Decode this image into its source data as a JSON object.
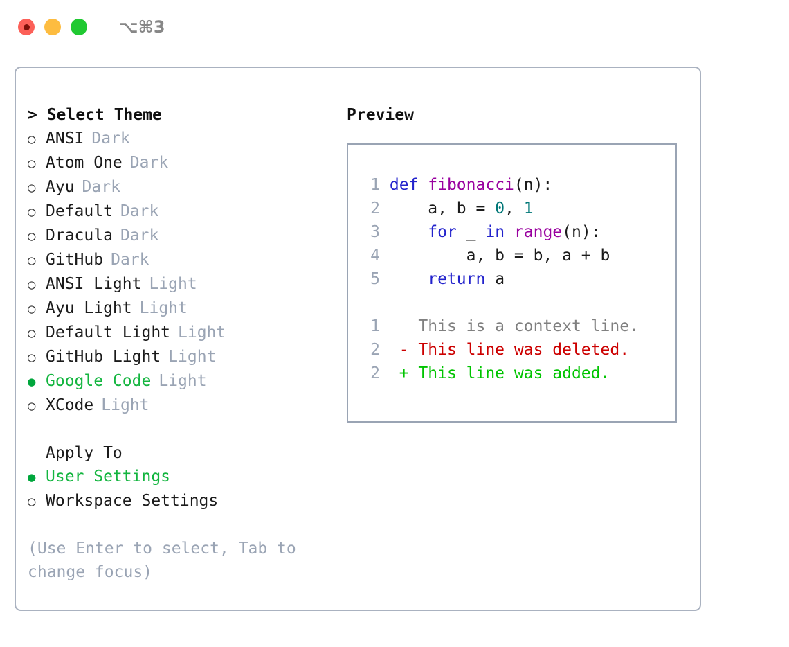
{
  "window": {
    "traffic_lights": [
      "close-red",
      "minimize-yellow",
      "maximize-green"
    ],
    "shortcut_label": "⌥⌘3"
  },
  "theme_selector": {
    "header": "> Select Theme",
    "options": [
      {
        "marker": "○",
        "name": "ANSI",
        "variant": "Dark",
        "selected": false
      },
      {
        "marker": "○",
        "name": "Atom One",
        "variant": "Dark",
        "selected": false
      },
      {
        "marker": "○",
        "name": "Ayu",
        "variant": "Dark",
        "selected": false
      },
      {
        "marker": "○",
        "name": "Default",
        "variant": "Dark",
        "selected": false
      },
      {
        "marker": "○",
        "name": "Dracula",
        "variant": "Dark",
        "selected": false
      },
      {
        "marker": "○",
        "name": "GitHub",
        "variant": "Dark",
        "selected": false
      },
      {
        "marker": "○",
        "name": "ANSI Light",
        "variant": "Light",
        "selected": false
      },
      {
        "marker": "○",
        "name": "Ayu Light",
        "variant": "Light",
        "selected": false
      },
      {
        "marker": "○",
        "name": "Default Light",
        "variant": "Light",
        "selected": false
      },
      {
        "marker": "○",
        "name": "GitHub Light",
        "variant": "Light",
        "selected": false
      },
      {
        "marker": "●",
        "name": "Google Code",
        "variant": "Light",
        "selected": true
      },
      {
        "marker": "○",
        "name": "XCode",
        "variant": "Light",
        "selected": false
      }
    ]
  },
  "apply_to": {
    "header": "Apply To",
    "options": [
      {
        "marker": "●",
        "name": "User Settings",
        "selected": true
      },
      {
        "marker": "○",
        "name": "Workspace Settings",
        "selected": false
      }
    ]
  },
  "hint": "(Use Enter to select, Tab to change focus)",
  "preview": {
    "title": "Preview",
    "code_lines": [
      {
        "num": "1",
        "tokens": [
          {
            "t": "def",
            "c": "kw"
          },
          {
            "t": " ",
            "c": "plain"
          },
          {
            "t": "fibonacci",
            "c": "fn"
          },
          {
            "t": "(n):",
            "c": "plain"
          }
        ]
      },
      {
        "num": "2",
        "tokens": [
          {
            "t": "    a, b = ",
            "c": "plain"
          },
          {
            "t": "0",
            "c": "num"
          },
          {
            "t": ", ",
            "c": "plain"
          },
          {
            "t": "1",
            "c": "num"
          }
        ]
      },
      {
        "num": "3",
        "tokens": [
          {
            "t": "    ",
            "c": "plain"
          },
          {
            "t": "for",
            "c": "kw"
          },
          {
            "t": " _ ",
            "c": "plain"
          },
          {
            "t": "in",
            "c": "kw"
          },
          {
            "t": " ",
            "c": "plain"
          },
          {
            "t": "range",
            "c": "fn"
          },
          {
            "t": "(n):",
            "c": "plain"
          }
        ]
      },
      {
        "num": "4",
        "tokens": [
          {
            "t": "        a, b = b, a + b",
            "c": "plain"
          }
        ]
      },
      {
        "num": "5",
        "tokens": [
          {
            "t": "    ",
            "c": "plain"
          },
          {
            "t": "return",
            "c": "kw"
          },
          {
            "t": " a",
            "c": "plain"
          }
        ]
      }
    ],
    "diff_lines": [
      {
        "num": "1",
        "sign": " ",
        "text": "This is a context line.",
        "kind": "ctx"
      },
      {
        "num": "2",
        "sign": "-",
        "text": "This line was deleted.",
        "kind": "del"
      },
      {
        "num": "2",
        "sign": "+",
        "text": "This line was added.",
        "kind": "add"
      }
    ]
  },
  "colors": {
    "selected_green": "#13b53f",
    "marker_green": "#00a63c",
    "variant_gray": "#9aa4b4",
    "keyword_blue": "#2222cc",
    "function_purple": "#99009f",
    "number_teal": "#007777",
    "diff_add_green": "#00c400",
    "diff_del_red": "#cc0000",
    "diff_ctx_gray": "#808080",
    "border_gray": "#aab2c0",
    "traffic_red": "#fc6058",
    "traffic_yellow": "#fdbc40",
    "traffic_green": "#20c932"
  }
}
